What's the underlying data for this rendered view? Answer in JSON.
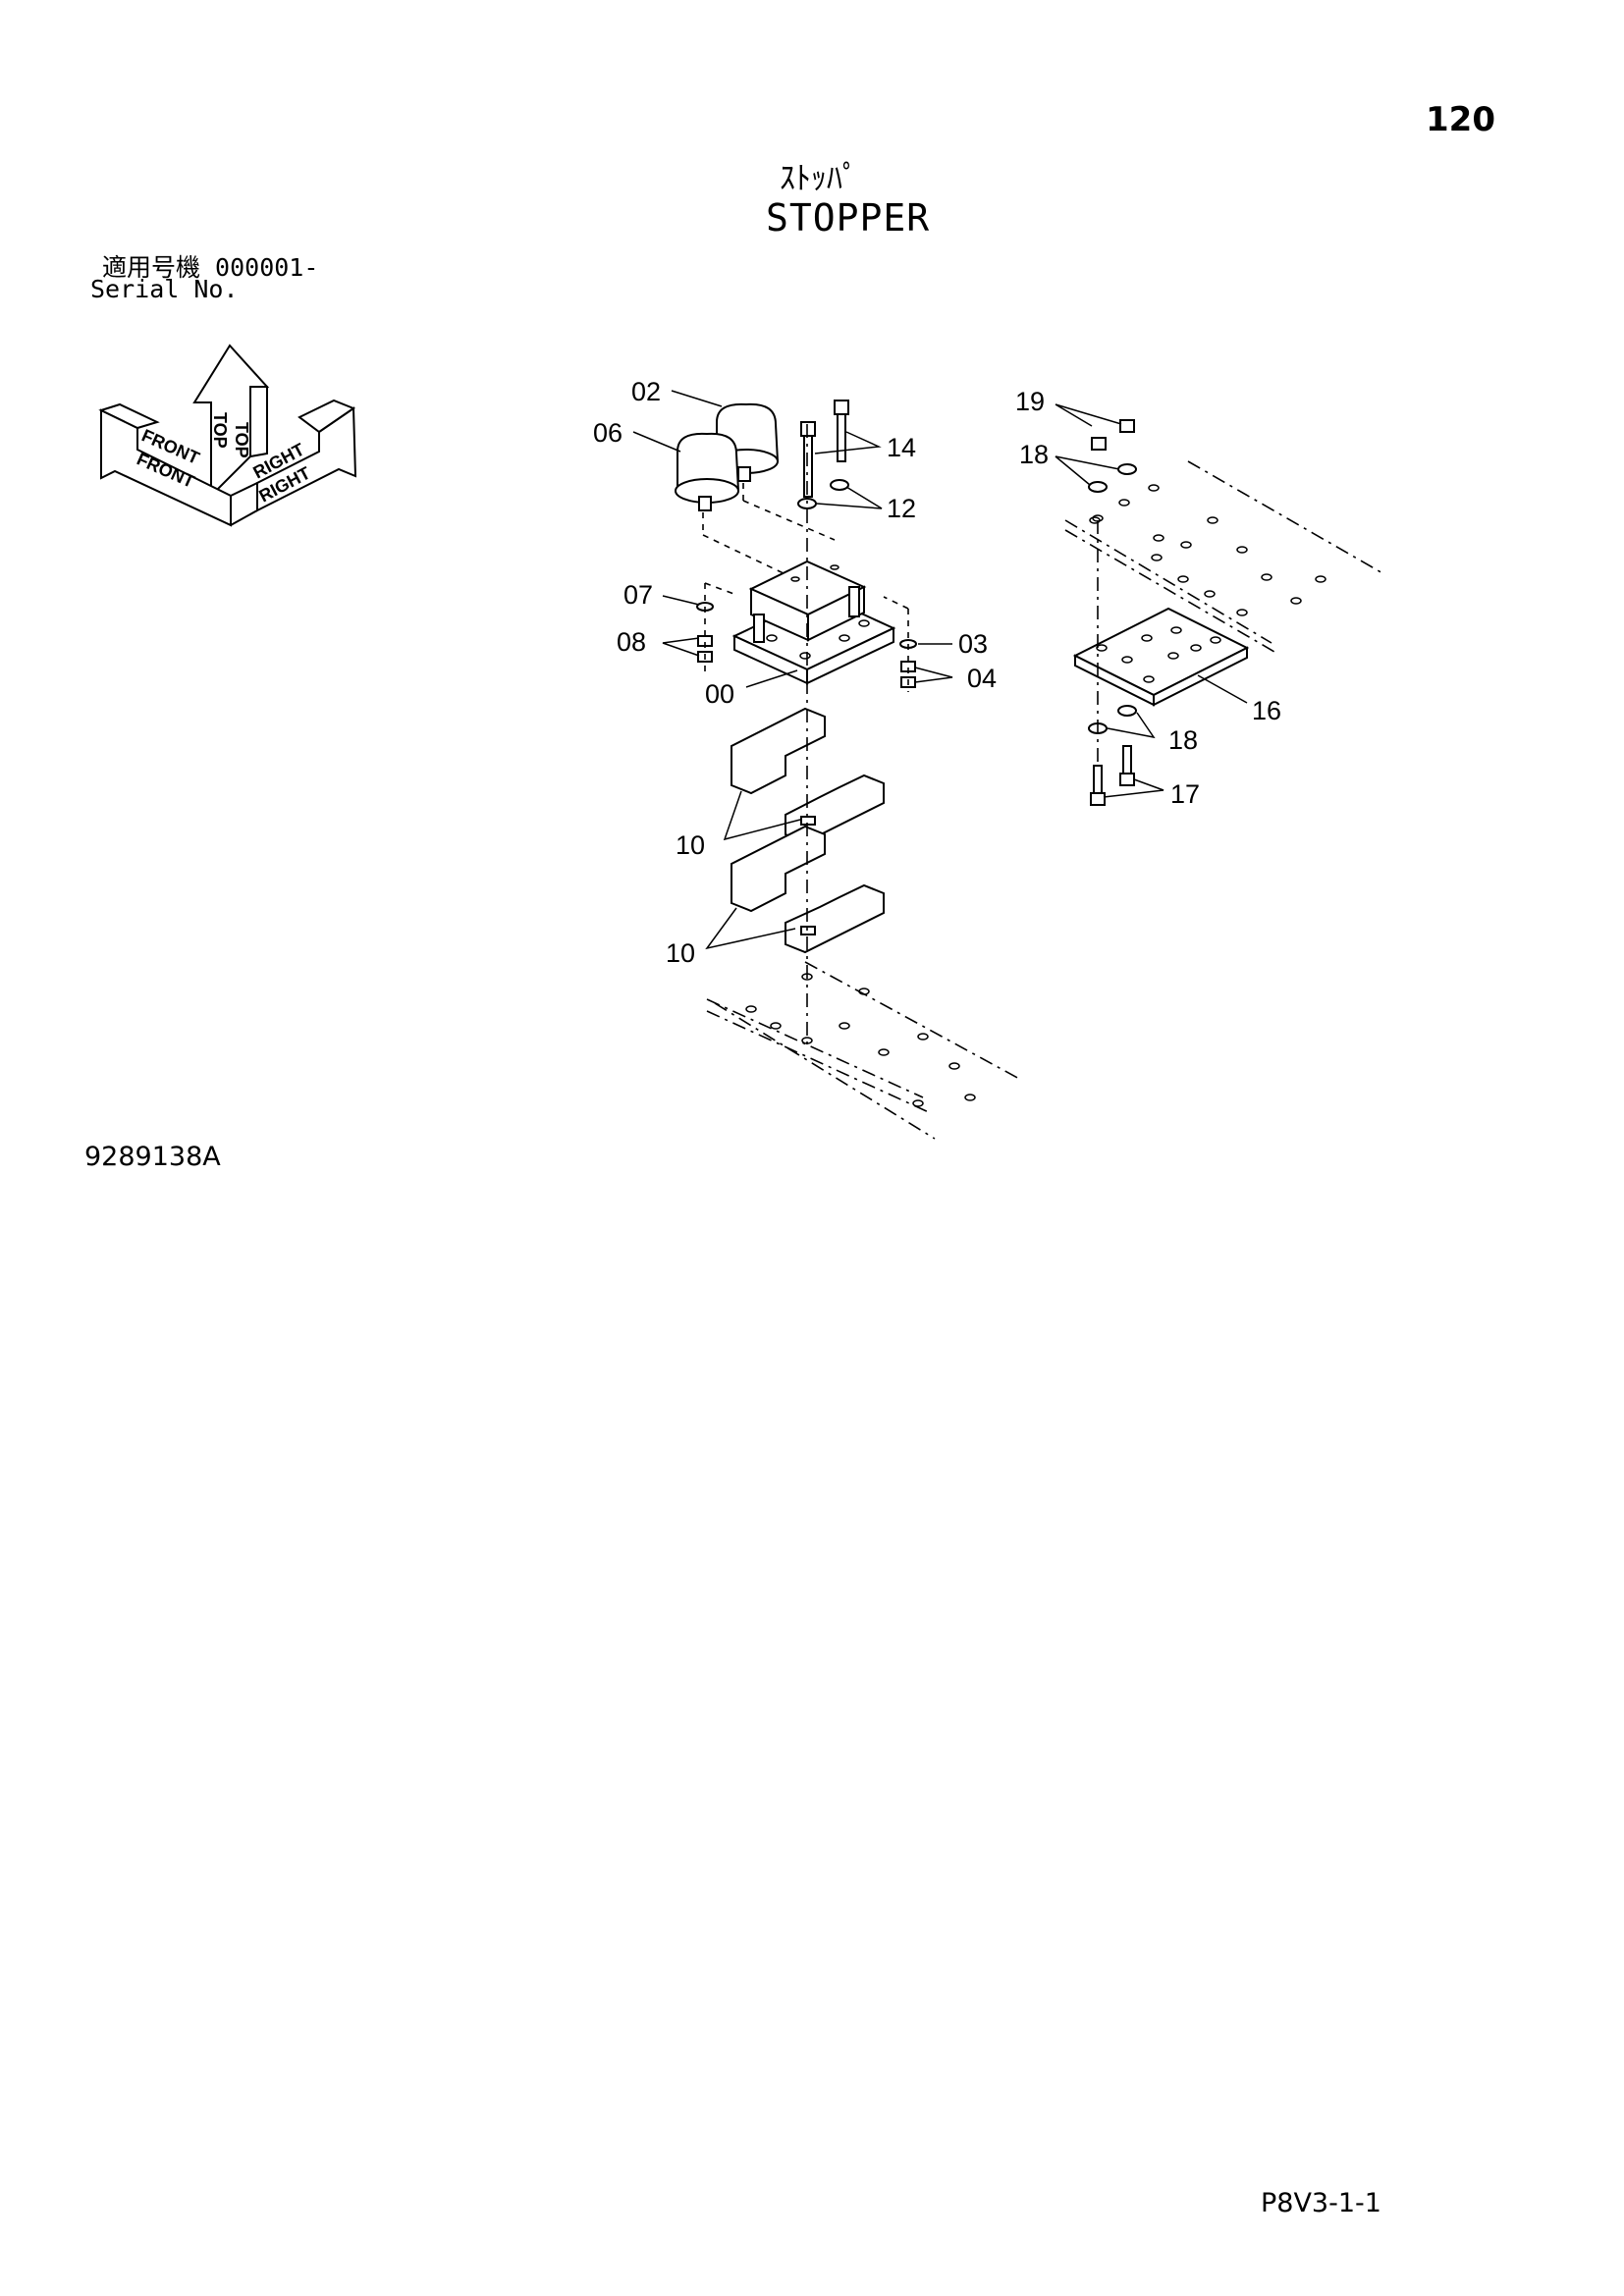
{
  "page": {
    "number": "120",
    "title_jp": "ｽﾄｯﾊﾟ",
    "title_en": "STOPPER",
    "serial_jp": "適用号機 000001-",
    "serial_en": "Serial No.",
    "drawing_number": "9289138A",
    "footer_code": "P8V3-1-1"
  },
  "orientation": {
    "top": "TOP",
    "front": "FRONT",
    "right": "RIGHT"
  },
  "callouts": [
    {
      "id": "c02",
      "label": "02"
    },
    {
      "id": "c06",
      "label": "06"
    },
    {
      "id": "c14",
      "label": "14"
    },
    {
      "id": "c12",
      "label": "12"
    },
    {
      "id": "c07",
      "label": "07"
    },
    {
      "id": "c08",
      "label": "08"
    },
    {
      "id": "c03",
      "label": "03"
    },
    {
      "id": "c04",
      "label": "04"
    },
    {
      "id": "c00",
      "label": "00"
    },
    {
      "id": "c10a",
      "label": "10"
    },
    {
      "id": "c10b",
      "label": "10"
    },
    {
      "id": "c19",
      "label": "19"
    },
    {
      "id": "c18a",
      "label": "18"
    },
    {
      "id": "c16",
      "label": "16"
    },
    {
      "id": "c18b",
      "label": "18"
    },
    {
      "id": "c17",
      "label": "17"
    }
  ]
}
